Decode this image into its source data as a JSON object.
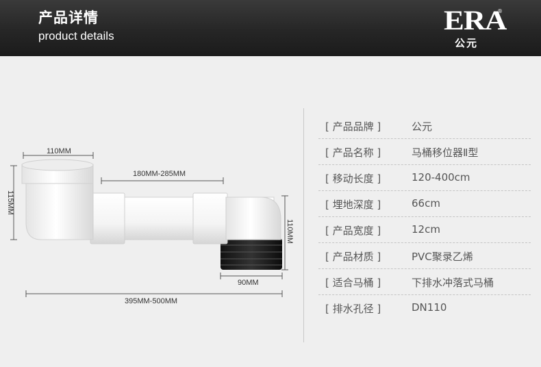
{
  "header": {
    "title_cn": "产品详情",
    "title_en": "product details",
    "logo_main": "ERA",
    "logo_reg": "®",
    "logo_sub": "公元"
  },
  "diagram": {
    "dim_top_width": "110MM",
    "dim_run_length": "180MM-285MM",
    "dim_left_height": "115MM",
    "dim_right_height": "110MM",
    "dim_outlet_width": "90MM",
    "dim_total_length": "395MM-500MM"
  },
  "specs": [
    {
      "label": "[ 产品品牌 ]",
      "value": "公元"
    },
    {
      "label": "[ 产品名称 ]",
      "value": "马桶移位器Ⅱ型"
    },
    {
      "label": "[ 移动长度 ]",
      "value": "120-400cm"
    },
    {
      "label": "[ 埋地深度 ]",
      "value": "66cm"
    },
    {
      "label": "[ 产品宽度 ]",
      "value": "12cm"
    },
    {
      "label": "[ 产品材质 ]",
      "value": "PVC聚录乙烯"
    },
    {
      "label": "[ 适合马桶 ]",
      "value": "下排水冲落式马桶"
    },
    {
      "label": "[ 排水孔径 ]",
      "value": "DN110"
    }
  ]
}
